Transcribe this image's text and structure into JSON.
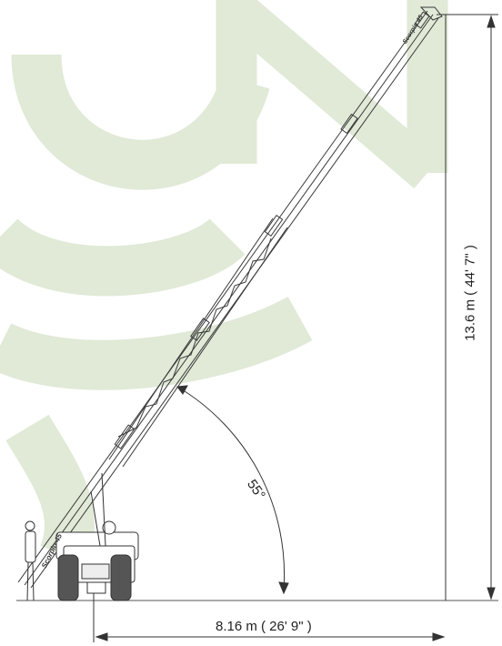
{
  "dimensions": {
    "reach": "8.16 m ( 26' 9\" )",
    "height": "13.6 m ( 44' 7\" )",
    "angle": "55°"
  },
  "brand_marks": {
    "boom": "Scorpio 45",
    "base": "Scorpio 45"
  },
  "colors": {
    "watermark": "#dbe7d1",
    "line": "#3a3a3a",
    "dim_line": "#333333"
  }
}
